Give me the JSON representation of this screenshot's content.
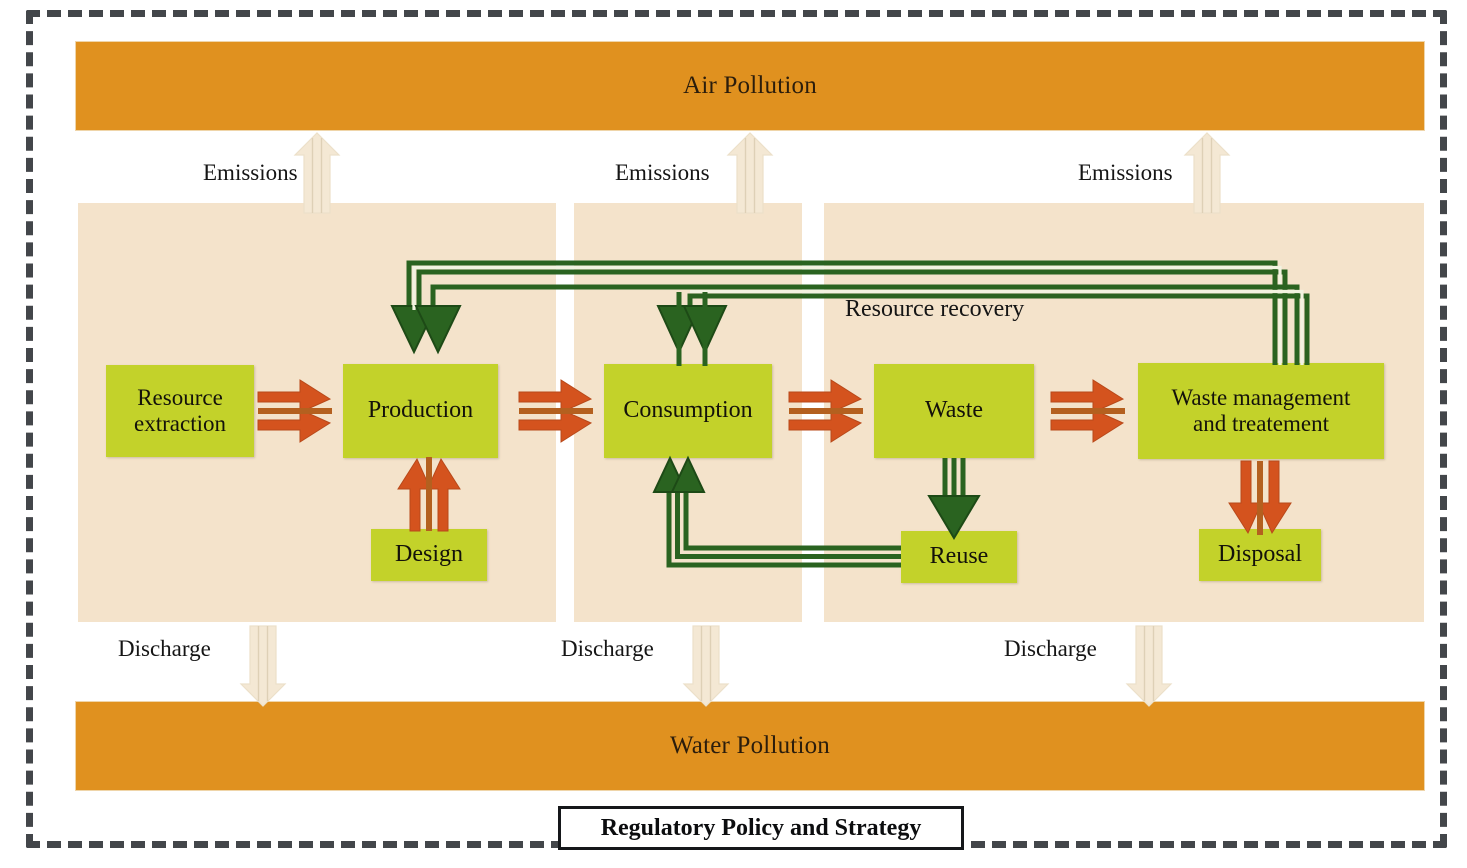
{
  "diagram": {
    "title": "Circular economy material flow with pollution sinks",
    "outer_frame_style": "dashed"
  },
  "pollution": {
    "air": "Air Pollution",
    "water": "Water Pollution"
  },
  "stages": [
    {
      "id": "production-stage",
      "boxes": [
        {
          "id": "resource-extraction",
          "label": "Resource\nextraction"
        },
        {
          "id": "production",
          "label": "Production"
        },
        {
          "id": "design",
          "label": "Design"
        }
      ]
    },
    {
      "id": "consumption-stage",
      "boxes": [
        {
          "id": "consumption",
          "label": "Consumption"
        }
      ]
    },
    {
      "id": "waste-stage",
      "boxes": [
        {
          "id": "waste",
          "label": "Waste"
        },
        {
          "id": "waste-management",
          "label": "Waste management\nand treatement"
        },
        {
          "id": "reuse",
          "label": "Reuse"
        },
        {
          "id": "disposal",
          "label": "Disposal"
        }
      ]
    }
  ],
  "boxes": {
    "resource_extraction": "Resource extraction",
    "resource_extraction_line1": "Resource",
    "resource_extraction_line2": "extraction",
    "production": "Production",
    "design": "Design",
    "consumption": "Consumption",
    "waste": "Waste",
    "waste_management_line1": "Waste management",
    "waste_management_line2": "and treatement",
    "reuse": "Reuse",
    "disposal": "Disposal"
  },
  "flow_labels": {
    "emissions_1": "Emissions",
    "emissions_2": "Emissions",
    "emissions_3": "Emissions",
    "discharge_1": "Discharge",
    "discharge_2": "Discharge",
    "discharge_3": "Discharge",
    "resource_recovery": "Resource recovery"
  },
  "footer": {
    "regulatory": "Regulatory Policy and Strategy"
  },
  "connections": [
    {
      "from": "resource-extraction",
      "to": "production",
      "type": "material",
      "color": "#d4531e"
    },
    {
      "from": "production",
      "to": "consumption",
      "type": "material",
      "color": "#d4531e"
    },
    {
      "from": "consumption",
      "to": "waste",
      "type": "material",
      "color": "#d4531e"
    },
    {
      "from": "waste",
      "to": "waste-management",
      "type": "material",
      "color": "#d4531e"
    },
    {
      "from": "design",
      "to": "production",
      "type": "material",
      "color": "#d4531e"
    },
    {
      "from": "waste-management",
      "to": "disposal",
      "type": "material",
      "color": "#d4531e"
    },
    {
      "from": "waste",
      "to": "reuse",
      "type": "recovery",
      "color": "#255c1c"
    },
    {
      "from": "reuse",
      "to": "consumption",
      "type": "recovery",
      "color": "#255c1c"
    },
    {
      "from": "waste-management",
      "to": "production",
      "type": "recovery",
      "color": "#255c1c"
    },
    {
      "from": "waste-management",
      "to": "consumption",
      "type": "recovery",
      "color": "#255c1c"
    },
    {
      "from": "production-stage",
      "to": "air-pollution",
      "type": "emission",
      "color": "#f2e6cf"
    },
    {
      "from": "consumption-stage",
      "to": "air-pollution",
      "type": "emission",
      "color": "#f2e6cf"
    },
    {
      "from": "waste-stage",
      "to": "air-pollution",
      "type": "emission",
      "color": "#f2e6cf"
    },
    {
      "from": "production-stage",
      "to": "water-pollution",
      "type": "discharge",
      "color": "#f2e6cf"
    },
    {
      "from": "consumption-stage",
      "to": "water-pollution",
      "type": "discharge",
      "color": "#f2e6cf"
    },
    {
      "from": "waste-stage",
      "to": "water-pollution",
      "type": "discharge",
      "color": "#f2e6cf"
    }
  ],
  "colors": {
    "pollution_bar": "#e0911f",
    "process_box": "#c3d22a",
    "stage_panel": "#f4e3cb",
    "material_arrow": "#d4531e",
    "recovery_arrow": "#255c1c",
    "emission_arrow": "#f2e6cf",
    "frame": "#43464a",
    "text": "#151515"
  }
}
